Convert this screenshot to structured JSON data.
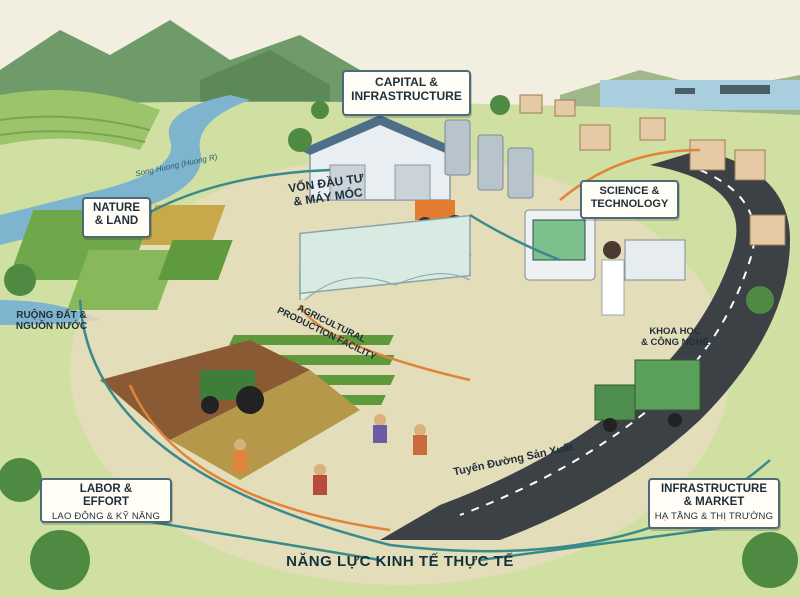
{
  "labels": {
    "capital": "CAPITAL &\nINFRASTRUCTURE",
    "capital_vi": "VỐN ĐẦU TƯ\n& MÁY MÓC",
    "nature": "NATURE\n& LAND",
    "nature_vi": "RUỘNG ĐẤT &\nNGUỒN NƯỚC",
    "science": "SCIENCE &\nTECHNOLOGY",
    "science_vi": "KHOA HỌC\n& CÔNG NGHỆ",
    "facility": "AGRICULTURAL\nPRODUCTION FACILITY",
    "labor": "LABOR &\nEFFORT",
    "labor_vi": "LAO ĐỘNG & KỸ NĂNG",
    "infra_market": "INFRASTRUCTURE\n& MARKET",
    "infra_market_vi": "HẠ TẦNG & THỊ TRƯỜNG",
    "river": "Song Huong (Huong R)",
    "route": "Tuyến Đường Sản Xuất",
    "caption": "NĂNG LỰC KINH TẾ THỰC TẾ"
  },
  "colors": {
    "label_border": "#4c6b78",
    "flow_orange": "#e0843a",
    "flow_teal": "#3a8a8a",
    "field_green": "#6fa84a",
    "soil_brown": "#8a5a34",
    "road": "#3c4146",
    "water": "#7fb4cf"
  }
}
